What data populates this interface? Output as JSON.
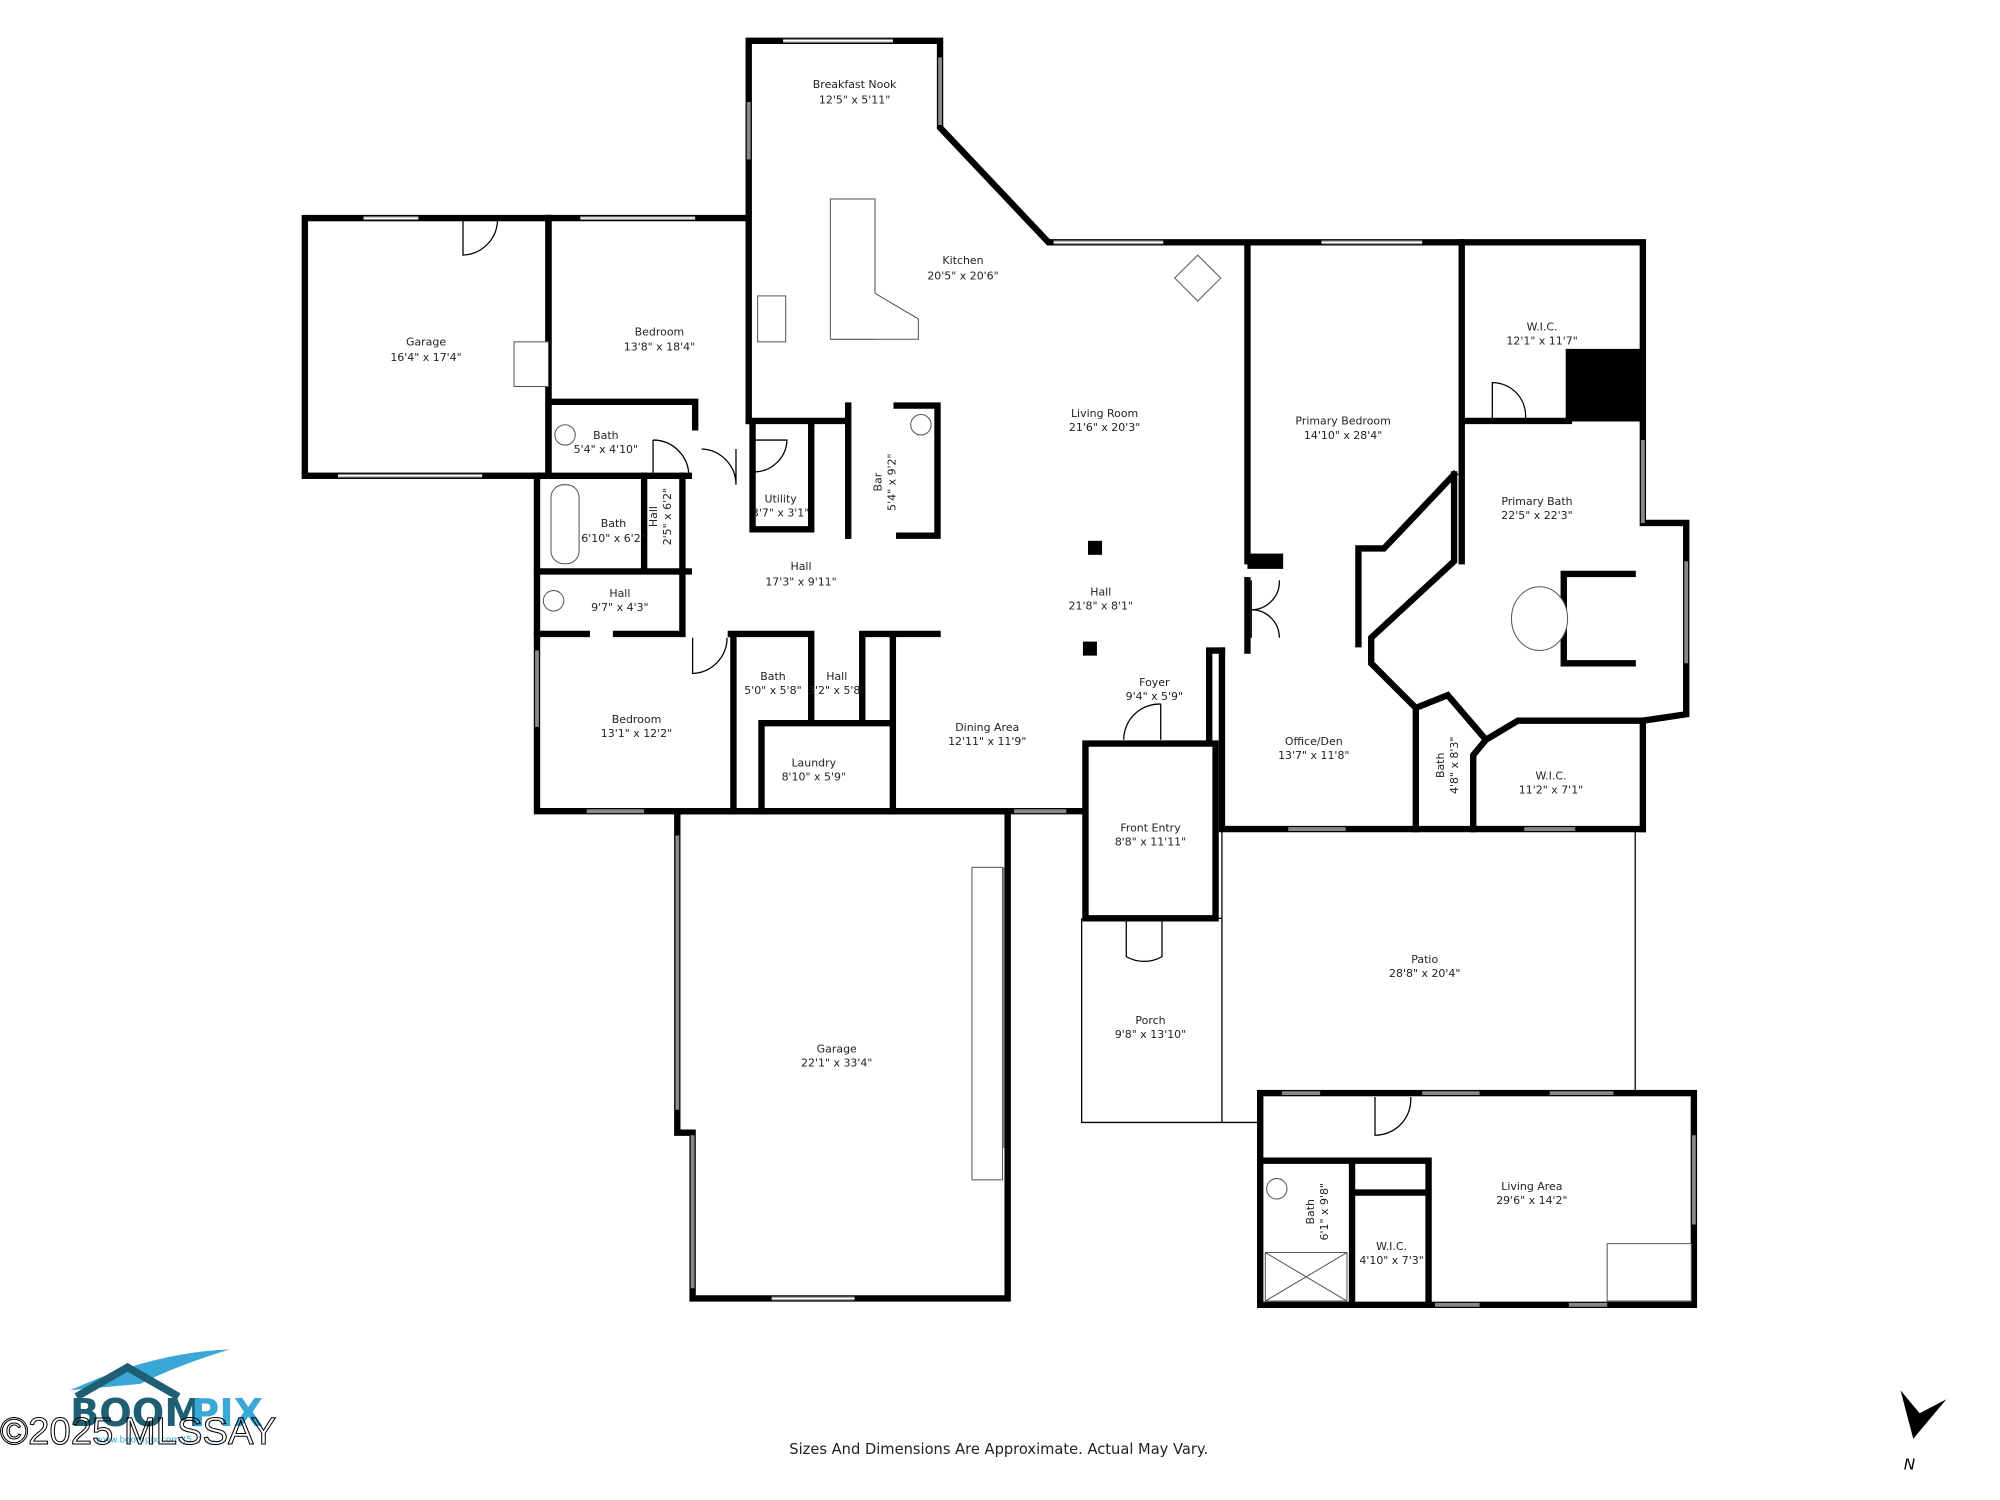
{
  "rooms": [
    {
      "name": "Breakfast Nook",
      "dims": "12'5\" x 5'11\""
    },
    {
      "name": "Kitchen",
      "dims": "20'5\" x 20'6\""
    },
    {
      "name": "Garage",
      "dims": "16'4\" x 17'4\""
    },
    {
      "name": "Bedroom",
      "dims": "13'8\" x 18'4\""
    },
    {
      "name": "Bath",
      "dims": "5'4\" x 4'10\""
    },
    {
      "name": "Bath",
      "dims": "6'10\" x 6'2\""
    },
    {
      "name": "Hall",
      "dims": "2'5\" x 6'2\""
    },
    {
      "name": "Utility",
      "dims": "3'7\" x 3'1\""
    },
    {
      "name": "Bar",
      "dims": "5'4\" x 9'2\""
    },
    {
      "name": "Living Room",
      "dims": "21'6\" x 20'3\""
    },
    {
      "name": "Primary Bedroom",
      "dims": "14'10\" x 28'4\""
    },
    {
      "name": "W.I.C.",
      "dims": "12'1\" x 11'7\""
    },
    {
      "name": "Primary Bath",
      "dims": "22'5\" x 22'3\""
    },
    {
      "name": "Hall",
      "dims": "17'3\" x 9'11\""
    },
    {
      "name": "Hall",
      "dims": "9'7\" x 4'3\""
    },
    {
      "name": "Hall",
      "dims": "21'8\" x 8'1\""
    },
    {
      "name": "Bath",
      "dims": "5'0\" x 5'8\""
    },
    {
      "name": "Hall",
      "dims": "3'2\" x 5'8\""
    },
    {
      "name": "Foyer",
      "dims": "9'4\" x 5'9\""
    },
    {
      "name": "Bedroom",
      "dims": "13'1\" x 12'2\""
    },
    {
      "name": "Dining Area",
      "dims": "12'11\" x 11'9\""
    },
    {
      "name": "Laundry",
      "dims": "8'10\" x 5'9\""
    },
    {
      "name": "Office/Den",
      "dims": "13'7\" x 11'8\""
    },
    {
      "name": "Bath",
      "dims": "4'8\" x 8'3\""
    },
    {
      "name": "W.I.C.",
      "dims": "11'2\" x 7'1\""
    },
    {
      "name": "Front Entry",
      "dims": "8'8\" x 11'11\""
    },
    {
      "name": "Patio",
      "dims": "28'8\" x 20'4\""
    },
    {
      "name": "Porch",
      "dims": "9'8\" x 13'10\""
    },
    {
      "name": "Garage",
      "dims": "22'1\" x 33'4\""
    },
    {
      "name": "Living Area",
      "dims": "29'6\" x 14'2\""
    },
    {
      "name": "Bath",
      "dims": "6'1\" x 9'8\""
    },
    {
      "name": "W.I.C.",
      "dims": "4'10\" x 7'3\""
    }
  ],
  "footer": {
    "disclaimer": "Sizes And Dimensions Are Approximate. Actual May Vary."
  },
  "logo": {
    "brand_dark": "BOOM",
    "brand_light": "PIX",
    "website": "www.boompix.com (5..) ...-....",
    "brand_color": "#1f5f73",
    "accent_color": "#3aa7d6"
  },
  "watermark": "©2025 MLSSAY",
  "compass": {
    "label": "N",
    "icon": "north-arrow-icon"
  }
}
